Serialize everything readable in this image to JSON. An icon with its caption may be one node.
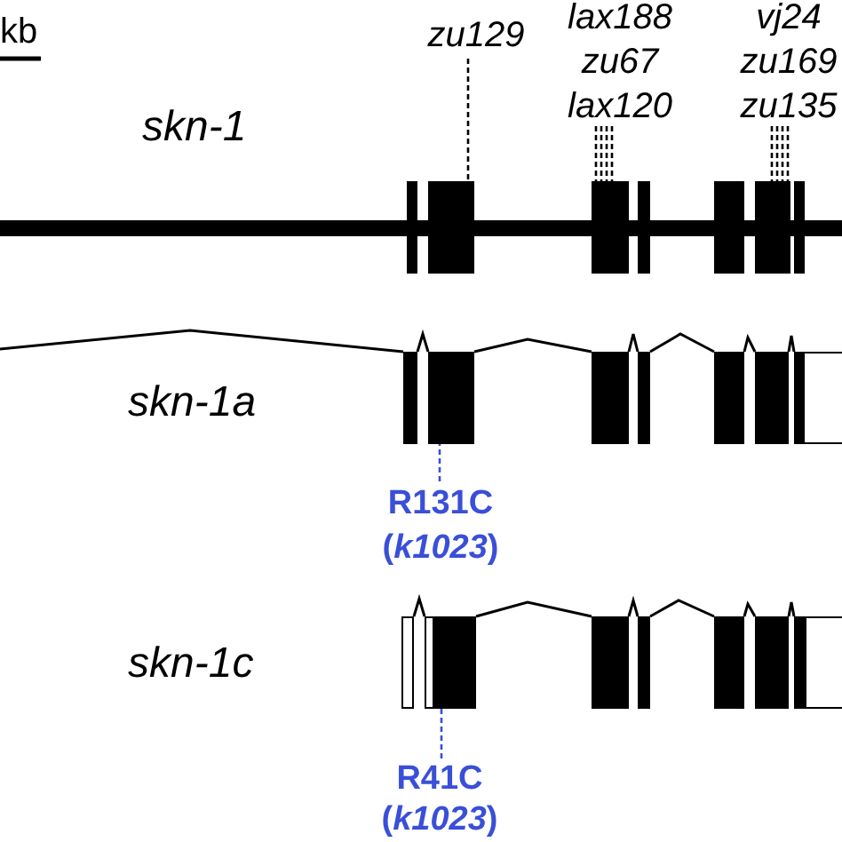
{
  "diagram": {
    "nodes": [
      {
        "text": [
          "zu129"
        ]
      },
      {
        "text": [
          "lax188",
          "zu67",
          "lax120"
        ]
      },
      {
        "text": [
          "vj24",
          "zu169",
          "zu135"
        ]
      },
      {
        "text": [],
        "shape": "box"
      },
      {
        "text": [],
        "shape": "box"
      },
      {
        "text": [],
        "shape": "box"
      },
      {
        "text": [],
        "shape": "box"
      },
      {
        "text": [],
        "shape": "box"
      },
      {
        "text": [],
        "shape": "box"
      },
      {
        "text": [],
        "shape": "box"
      },
      {
        "text": [],
        "shape": "box"
      },
      {
        "text": [],
        "shape": "box"
      },
      {
        "text": [],
        "shape": "box"
      },
      {
        "text": [],
        "shape": "box"
      },
      {
        "text": [
          "R131C (*k1023*)"
        ]
      },
      {
        "text": [],
        "shape": "box"
      },
      {
        "text": [],
        "shape": "box"
      },
      {
        "text": [],
        "shape": "box"
      },
      {
        "text": [],
        "shape": "box"
      },
      {
        "text": [],
        "shape": "box"
      },
      {
        "text": [],
        "shape": "box"
      },
      {
        "text": [],
        "shape": "box"
      },
      {
        "text": [],
        "shape": "box"
      },
      {
        "text": [
          "R41C (*k1023*)"
        ]
      }
    ],
    "edges": [
      {
        "from": 0,
        "to": 3,
        "arrow": "none",
        "style": "dashed"
      },
      {
        "from": 1,
        "to": 4,
        "arrow": "none",
        "style": "dashed"
      },
      {
        "from": 1,
        "to": 4,
        "arrow": "none",
        "style": "dashed"
      },
      {
        "from": 1,
        "to": 4,
        "arrow": "none",
        "style": "dashed"
      },
      {
        "from": 1,
        "to": 4,
        "arrow": "none",
        "style": "dashed"
      },
      {
        "from": 2,
        "to": 5,
        "arrow": "none",
        "style": "dashed"
      },
      {
        "from": 2,
        "to": 5,
        "arrow": "none",
        "style": "dashed"
      },
      {
        "from": 2,
        "to": 5,
        "arrow": "none",
        "style": "dashed"
      },
      {
        "from": 2,
        "to": 5,
        "arrow": "none",
        "style": "dashed"
      },
      {
        "from": null,
        "to": 6,
        "arrow": "none"
      },
      {
        "from": 6,
        "to": 7,
        "arrow": "none"
      },
      {
        "from": 7,
        "to": 8,
        "arrow": "none"
      },
      {
        "from": 8,
        "to": 9,
        "arrow": "none"
      },
      {
        "from": 9,
        "to": 10,
        "arrow": "none"
      },
      {
        "from": 10,
        "to": 11,
        "arrow": "none"
      },
      {
        "from": 11,
        "to": 12,
        "arrow": "none"
      },
      {
        "from": 14,
        "to": 7,
        "arrow": "none",
        "style": "dashed",
        "color": "#3a4fd8"
      },
      {
        "from": 15,
        "to": 16,
        "arrow": "none"
      },
      {
        "from": 16,
        "to": 17,
        "arrow": "none"
      },
      {
        "from": 17,
        "to": 18,
        "arrow": "none"
      },
      {
        "from": 18,
        "to": 19,
        "arrow": "none"
      },
      {
        "from": 19,
        "to": 20,
        "arrow": "none"
      },
      {
        "from": 20,
        "to": 21,
        "arrow": "none"
      },
      {
        "from": 23,
        "to": 16,
        "arrow": "none",
        "style": "dashed",
        "color": "#3a4fd8"
      }
    ],
    "labels": [
      "kb",
      "skn-1",
      "skn-1a",
      "skn-1c"
    ]
  }
}
